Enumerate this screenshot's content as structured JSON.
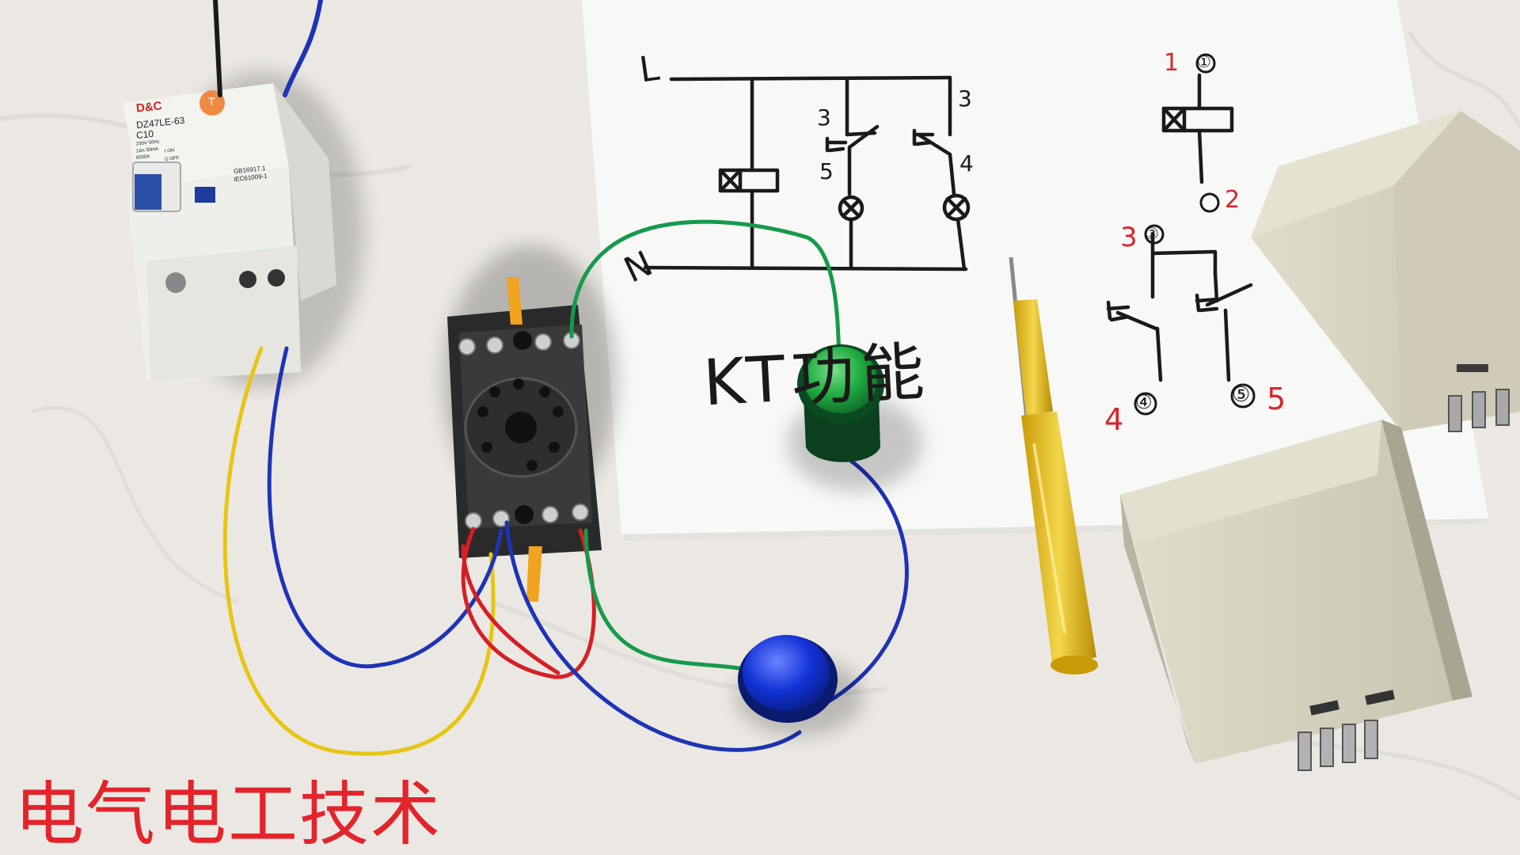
{
  "breaker": {
    "brand": "D&C",
    "model": "DZ47LE-63",
    "rating": "C10",
    "test_button": "T",
    "spec_lines": [
      "230V 50Hz",
      "1Δn 30mA",
      "6000A"
    ],
    "standards": [
      "GB16917.1",
      "IEC61009-1"
    ],
    "on_label": "I ON",
    "off_label": "O OFF"
  },
  "diagram": {
    "line_label": "L",
    "neutral_label": "N",
    "title": "KT功能",
    "contact_labels": [
      "3",
      "5",
      "3",
      "4"
    ],
    "coil_pins": [
      "1",
      "①",
      "2"
    ],
    "contact_pins": [
      "3",
      "③",
      "4",
      "④",
      "⑤",
      "5"
    ]
  },
  "caption": "电气电工技术",
  "colors": {
    "watermark": "#e3242b",
    "green_lamp": "#1faa3f",
    "blue_button": "#1233d6",
    "screwdriver": "#e9c21a",
    "paper": "#f8f8f6",
    "relay_housing": "#d7d4c3"
  }
}
